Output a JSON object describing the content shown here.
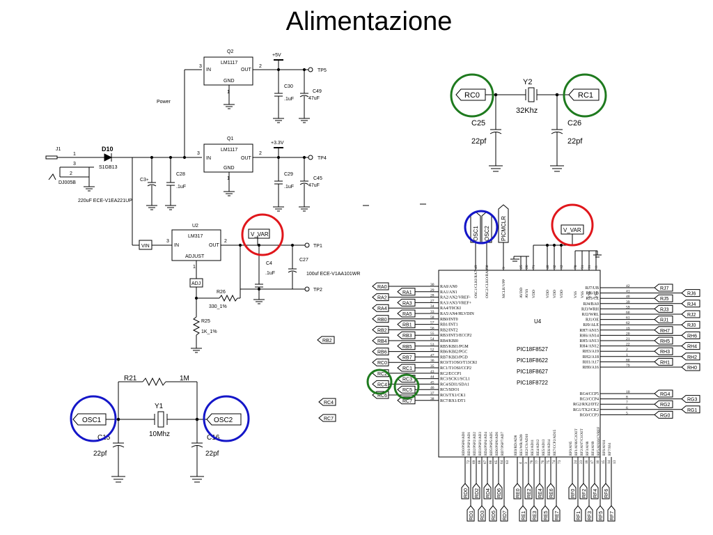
{
  "title": "Alimentazione",
  "power_label": "Power",
  "colors": {
    "red": "#e0161b",
    "green": "#1e7a1e",
    "blue": "#1416c8",
    "wire": "#000000"
  },
  "jack": {
    "ref": "J1",
    "part": "DJ005B",
    "pins": [
      "1",
      "3",
      "2"
    ]
  },
  "diode": {
    "ref": "D10",
    "part": "S1GB13"
  },
  "q2": {
    "ref": "Q2",
    "part": "LM1117",
    "in": "IN",
    "out": "OUT",
    "gnd": "GND",
    "pin_in": "3",
    "pin_out": "2",
    "pin_gnd": "1",
    "rail": "+5V",
    "tp": "TP5"
  },
  "q1": {
    "ref": "Q1",
    "part": "LM1117",
    "in": "IN",
    "out": "OUT",
    "gnd": "GND",
    "pin_in": "3",
    "pin_out": "2",
    "pin_gnd": "1",
    "rail": "+3.3V",
    "tp": "TP4"
  },
  "caps_top": {
    "c30": "C30",
    "c30v": ".1uF",
    "c49": "C49",
    "c49v": "47uF",
    "c29": "C29",
    "c29v": ".1uF",
    "c45": "C45",
    "c45v": "47uF"
  },
  "caps_in": {
    "c3": "C3",
    "c28": "C28",
    "c28v": ".1uF",
    "note": "220uF ECE-V1EA221UP"
  },
  "u2": {
    "ref": "U2",
    "part": "LM317",
    "in": "IN",
    "out": "OUT",
    "adj": "ADJUST",
    "pin_in": "3",
    "pin_out": "2",
    "pin_adj": "1",
    "vin": "VIN",
    "vvar": "V_VAR",
    "tp1": "TP1",
    "tp2": "TP2",
    "adj_label": "ADJ"
  },
  "u2_parts": {
    "c4": "C4",
    "c4v": ".1uF",
    "c27": "C27",
    "c27v": "100uf ECE-V1AA101WR",
    "r26": "R26",
    "r26v": "330_1%",
    "r25": "R25",
    "r25v": "1K_1%"
  },
  "osc_main": {
    "r21": "R21",
    "r21v": "1M",
    "y1": "Y1",
    "y1v": "10Mhz",
    "c15": "C15",
    "c15v": "22pf",
    "c16": "C16",
    "c16v": "22pf",
    "osc1": "OSC1",
    "osc2": "OSC2"
  },
  "osc_rtc": {
    "y2": "Y2",
    "y2v": "32Khz",
    "c25": "C25",
    "c25v": "22pf",
    "c26": "C26",
    "c26v": "22pf",
    "rc0": "RC0",
    "rc1": "RC1"
  },
  "mcu": {
    "ref": "U4",
    "parts": [
      "PIC18F8527",
      "PIC18F8622",
      "PIC18F8627",
      "PIC18F8722"
    ],
    "top_tags": [
      "OSC1",
      "OSC2",
      "PICMCLR",
      "V_VAR"
    ],
    "top_pins": [
      "OSC1/CLKI/RA7",
      "OSC2/CLKO/RA6",
      "MCLR/VPP",
      "AVSS",
      "AVDD",
      "VDD",
      "VDD",
      "VDD",
      "VDD",
      "VSS",
      "VSS",
      "VSS",
      "VSS"
    ],
    "top_nums": [
      "49",
      "50",
      "9",
      "26",
      "25",
      "71",
      "48",
      "32",
      "12",
      "70",
      "51",
      "31",
      "11"
    ],
    "left_pins": [
      {
        "n": "30",
        "f": "RA0/AN0",
        "tag": "RA0",
        "outer": true
      },
      {
        "n": "29",
        "f": "RA1/AN1",
        "tag": "RA1",
        "outer": false
      },
      {
        "n": "28",
        "f": "RA2/AN2/VREF-",
        "tag": "RA2",
        "outer": true
      },
      {
        "n": "27",
        "f": "RA3/AN3/VREF+",
        "tag": "RA3",
        "outer": false
      },
      {
        "n": "34",
        "f": "RA4/T0CKI",
        "tag": "RA4",
        "outer": true
      },
      {
        "n": "33",
        "f": "RA5/AN4/HLVDIN",
        "tag": "RA5",
        "outer": false
      },
      {
        "n": "58",
        "f": "RB0/INT0",
        "tag": "RB0",
        "outer": true
      },
      {
        "n": "57",
        "f": "RB1/INT1",
        "tag": "RB1",
        "outer": false
      },
      {
        "n": "56",
        "f": "RB2/INT2",
        "tag": "RB2",
        "outer": true
      },
      {
        "n": "55",
        "f": "RB3/INT3/ECCP2",
        "tag": "RB3",
        "outer": false
      },
      {
        "n": "54",
        "f": "RB4/KBI0",
        "tag": "RB4",
        "outer": true
      },
      {
        "n": "53",
        "f": "RB5/KBI1/PGM",
        "tag": "RB5",
        "outer": false
      },
      {
        "n": "52",
        "f": "RB6/KBI2/PGC",
        "tag": "RB6",
        "outer": true
      },
      {
        "n": "47",
        "f": "RB7/KBI3/PGD",
        "tag": "RB7",
        "outer": false
      },
      {
        "n": "36",
        "f": "RC0/T1OSO/T13CKI",
        "tag": "RC0",
        "outer": true
      },
      {
        "n": "35",
        "f": "RC1/T1OSI/CCP2",
        "tag": "RC1",
        "outer": false
      },
      {
        "n": "43",
        "f": "RC2/ECCP1",
        "tag": "RC2",
        "outer": true
      },
      {
        "n": "44",
        "f": "RC3/SCK1/SCL1",
        "tag": "RC3",
        "outer": false
      },
      {
        "n": "45",
        "f": "RC4/SDI1/SDA1",
        "tag": "RC4",
        "outer": true
      },
      {
        "n": "46",
        "f": "RC5/SDO1",
        "tag": "RC5",
        "outer": false
      },
      {
        "n": "37",
        "f": "RC6/TX1/CK1",
        "tag": "RC6",
        "outer": true
      },
      {
        "n": "38",
        "f": "RC7/RX1/DT1",
        "tag": "RC7",
        "outer": false
      }
    ],
    "right_pins": [
      {
        "n": "42",
        "f": "RJ7/UB",
        "tag": "RJ7"
      },
      {
        "n": "41",
        "f": "RJ6/LB",
        "tag": "RJ6"
      },
      {
        "n": "40",
        "f": "RJ5/CE",
        "tag": "RJ5"
      },
      {
        "n": "39",
        "f": "RJ4/BA0",
        "tag": "RJ4"
      },
      {
        "n": "59",
        "f": "RJ3/WRH",
        "tag": "RJ3"
      },
      {
        "n": "60",
        "f": "RJ2/WRL",
        "tag": "RJ2"
      },
      {
        "n": "61",
        "f": "RJ1/OE",
        "tag": "RJ1"
      },
      {
        "n": "62",
        "f": "RJ0/ALE",
        "tag": "RJ0"
      },
      {
        "n": "19",
        "f": "RH7/AN15",
        "tag": "RH7"
      },
      {
        "n": "20",
        "f": "RH6/AN14",
        "tag": "RH6"
      },
      {
        "n": "21",
        "f": "RH5/AN13",
        "tag": "RH5"
      },
      {
        "n": "22",
        "f": "RH4/AN12",
        "tag": "RH4"
      },
      {
        "n": "2",
        "f": "RH3/A19",
        "tag": "RH3"
      },
      {
        "n": "1",
        "f": "RH2/A18",
        "tag": "RH2"
      },
      {
        "n": "80",
        "f": "RH1/A17",
        "tag": "RH1"
      },
      {
        "n": "79",
        "f": "RH0/A16",
        "tag": "RH0"
      },
      {
        "n": "10",
        "f": "RG4/CCP5",
        "tag": "RG4"
      },
      {
        "n": "8",
        "f": "RG3/CCP4",
        "tag": "RG3"
      },
      {
        "n": "7",
        "f": "RG2/RX2/DT2",
        "tag": "RG2"
      },
      {
        "n": "6",
        "f": "RG1/TX2/CK2",
        "tag": "RG1"
      },
      {
        "n": "5",
        "f": "RG0/CCP3",
        "tag": "RG0"
      }
    ],
    "bottom_pins": [
      {
        "n": "72",
        "f": "RD0/PSP0/AD0",
        "tag": "RD0"
      },
      {
        "n": "69",
        "f": "RD1/PSP1/AD1",
        "tag": "RD1"
      },
      {
        "n": "68",
        "f": "RD2/PSP2/AD2",
        "tag": "RD2"
      },
      {
        "n": "67",
        "f": "RD3/PSP3/AD3",
        "tag": "RD3"
      },
      {
        "n": "66",
        "f": "RD4/PSP4/AD4",
        "tag": "RD4"
      },
      {
        "n": "65",
        "f": "RD5/PSP5/AD5",
        "tag": "RD5"
      },
      {
        "n": "64",
        "f": "RD6/PSP6/AD6",
        "tag": "RD6"
      },
      {
        "n": "63",
        "f": "RD7/PSP7/AD7",
        "tag": "RD7"
      },
      {
        "n": "4",
        "f": "RE0/RD/AD8",
        "tag": "RE0"
      },
      {
        "n": "3",
        "f": "RE1/WR/AD9",
        "tag": "RE1"
      },
      {
        "n": "78",
        "f": "RE2/CS/AD10",
        "tag": "RE2"
      },
      {
        "n": "77",
        "f": "RE3/AD11",
        "tag": "RE3"
      },
      {
        "n": "76",
        "f": "RE4/AD12",
        "tag": "RE4"
      },
      {
        "n": "75",
        "f": "RE5/AD13",
        "tag": "RE5"
      },
      {
        "n": "74",
        "f": "RE6/AD14",
        "tag": "RE6"
      },
      {
        "n": "73",
        "f": "RE7/CCP2/AD15",
        "tag": "RE7"
      },
      {
        "n": "24",
        "f": "RF0/AN5",
        "tag": "RF0"
      },
      {
        "n": "23",
        "f": "RF1/AN6/C2OUT",
        "tag": "RF1"
      },
      {
        "n": "18",
        "f": "RF2/AN7/C1OUT",
        "tag": "RF2"
      },
      {
        "n": "17",
        "f": "RF3/AN8",
        "tag": "RF3"
      },
      {
        "n": "16",
        "f": "RF4/AN9",
        "tag": "RF4"
      },
      {
        "n": "15",
        "f": "RF5/AN10/CVREF",
        "tag": "RF5"
      },
      {
        "n": "14",
        "f": "RF6/AN11",
        "tag": "RF6"
      },
      {
        "n": "13",
        "f": "RF7/SS1",
        "tag": "RF7"
      }
    ]
  }
}
